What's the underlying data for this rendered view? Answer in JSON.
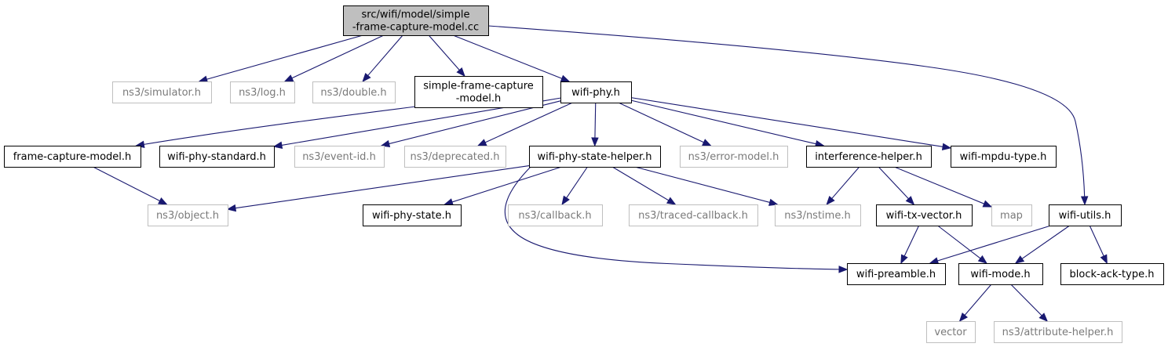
{
  "diagram": {
    "type": "include-dependency-graph",
    "colors": {
      "edge": "#191970",
      "root_fill": "#bfbfbf",
      "node_border": "#000000",
      "external_border": "#bfbfbf",
      "external_text": "#7a7a7a"
    },
    "nodes": [
      {
        "id": "root",
        "kind": "root",
        "lines": [
          "src/wifi/model/simple",
          "-frame-capture-model.cc"
        ]
      },
      {
        "id": "simulator",
        "kind": "external",
        "lines": [
          "ns3/simulator.h"
        ]
      },
      {
        "id": "log",
        "kind": "external",
        "lines": [
          "ns3/log.h"
        ]
      },
      {
        "id": "double",
        "kind": "external",
        "lines": [
          "ns3/double.h"
        ]
      },
      {
        "id": "sfcm",
        "kind": "documented",
        "lines": [
          "simple-frame-capture",
          "-model.h"
        ]
      },
      {
        "id": "wifiphy",
        "kind": "documented",
        "lines": [
          "wifi-phy.h"
        ]
      },
      {
        "id": "fcm",
        "kind": "documented",
        "lines": [
          "frame-capture-model.h"
        ]
      },
      {
        "id": "standard",
        "kind": "documented",
        "lines": [
          "wifi-phy-standard.h"
        ]
      },
      {
        "id": "eventid",
        "kind": "external",
        "lines": [
          "ns3/event-id.h"
        ]
      },
      {
        "id": "deprecated",
        "kind": "external",
        "lines": [
          "ns3/deprecated.h"
        ]
      },
      {
        "id": "psh",
        "kind": "documented",
        "lines": [
          "wifi-phy-state-helper.h"
        ]
      },
      {
        "id": "errmodel",
        "kind": "external",
        "lines": [
          "ns3/error-model.h"
        ]
      },
      {
        "id": "interference",
        "kind": "documented",
        "lines": [
          "interference-helper.h"
        ]
      },
      {
        "id": "mpdu",
        "kind": "documented",
        "lines": [
          "wifi-mpdu-type.h"
        ]
      },
      {
        "id": "object",
        "kind": "external",
        "lines": [
          "ns3/object.h"
        ]
      },
      {
        "id": "phystate",
        "kind": "documented",
        "lines": [
          "wifi-phy-state.h"
        ]
      },
      {
        "id": "callback",
        "kind": "external",
        "lines": [
          "ns3/callback.h"
        ]
      },
      {
        "id": "traced",
        "kind": "external",
        "lines": [
          "ns3/traced-callback.h"
        ]
      },
      {
        "id": "nstime",
        "kind": "external",
        "lines": [
          "ns3/nstime.h"
        ]
      },
      {
        "id": "txvector",
        "kind": "documented",
        "lines": [
          "wifi-tx-vector.h"
        ]
      },
      {
        "id": "map",
        "kind": "external",
        "lines": [
          "map"
        ]
      },
      {
        "id": "utils",
        "kind": "documented",
        "lines": [
          "wifi-utils.h"
        ]
      },
      {
        "id": "preamble",
        "kind": "documented",
        "lines": [
          "wifi-preamble.h"
        ]
      },
      {
        "id": "mode",
        "kind": "documented",
        "lines": [
          "wifi-mode.h"
        ]
      },
      {
        "id": "blockack",
        "kind": "documented",
        "lines": [
          "block-ack-type.h"
        ]
      },
      {
        "id": "vector",
        "kind": "external",
        "lines": [
          "vector"
        ]
      },
      {
        "id": "attrhelper",
        "kind": "external",
        "lines": [
          "ns3/attribute-helper.h"
        ]
      }
    ],
    "edges": [
      {
        "from": "root",
        "to": "simulator"
      },
      {
        "from": "root",
        "to": "log"
      },
      {
        "from": "root",
        "to": "double"
      },
      {
        "from": "root",
        "to": "sfcm"
      },
      {
        "from": "root",
        "to": "wifiphy"
      },
      {
        "from": "root",
        "to": "utils"
      },
      {
        "from": "sfcm",
        "to": "fcm"
      },
      {
        "from": "wifiphy",
        "to": "standard"
      },
      {
        "from": "wifiphy",
        "to": "eventid"
      },
      {
        "from": "wifiphy",
        "to": "deprecated"
      },
      {
        "from": "wifiphy",
        "to": "psh"
      },
      {
        "from": "wifiphy",
        "to": "errmodel"
      },
      {
        "from": "wifiphy",
        "to": "interference"
      },
      {
        "from": "wifiphy",
        "to": "mpdu"
      },
      {
        "from": "fcm",
        "to": "object"
      },
      {
        "from": "psh",
        "to": "object"
      },
      {
        "from": "psh",
        "to": "phystate"
      },
      {
        "from": "psh",
        "to": "callback"
      },
      {
        "from": "psh",
        "to": "traced"
      },
      {
        "from": "psh",
        "to": "nstime"
      },
      {
        "from": "psh",
        "to": "preamble"
      },
      {
        "from": "interference",
        "to": "nstime"
      },
      {
        "from": "interference",
        "to": "txvector"
      },
      {
        "from": "interference",
        "to": "map"
      },
      {
        "from": "txvector",
        "to": "preamble"
      },
      {
        "from": "txvector",
        "to": "mode"
      },
      {
        "from": "utils",
        "to": "preamble"
      },
      {
        "from": "utils",
        "to": "mode"
      },
      {
        "from": "utils",
        "to": "blockack"
      },
      {
        "from": "mode",
        "to": "vector"
      },
      {
        "from": "mode",
        "to": "attrhelper"
      }
    ]
  }
}
